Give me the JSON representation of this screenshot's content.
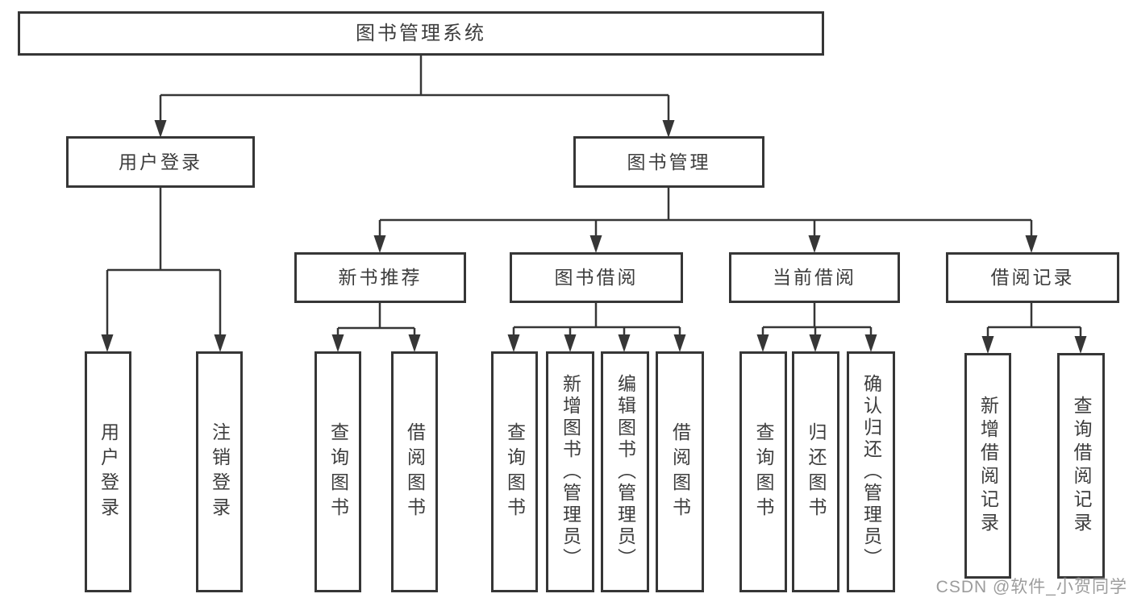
{
  "diagram": {
    "type": "hierarchy-tree",
    "title": "图书管理系统",
    "nodes": {
      "root": "图书管理系统",
      "user_login": "用户登录",
      "book_management": "图书管理",
      "new_book_recommendation": "新书推荐",
      "book_borrowing": "图书借阅",
      "current_borrowing": "当前借阅",
      "borrowing_records": "借阅记录",
      "login": "用户登录",
      "logout": "注销登录",
      "recommend_query_books": "查询图书",
      "recommend_borrow_books": "借阅图书",
      "borrowing_query_books": "查询图书",
      "borrowing_add_books": "新增图书（管理员）",
      "borrowing_edit_books": "编辑图书（管理员）",
      "borrowing_borrow_books": "借阅图书",
      "current_query_books": "查询图书",
      "current_return_books": "归还图书",
      "current_confirm_return": "确认归还（管理员）",
      "records_add_record": "新增借阅记录",
      "records_query_record": "查询借阅记录"
    },
    "edges": [
      [
        "图书管理系统",
        "用户登录"
      ],
      [
        "图书管理系统",
        "图书管理"
      ],
      [
        "用户登录",
        "用户登录"
      ],
      [
        "用户登录",
        "注销登录"
      ],
      [
        "图书管理",
        "新书推荐"
      ],
      [
        "图书管理",
        "图书借阅"
      ],
      [
        "图书管理",
        "当前借阅"
      ],
      [
        "图书管理",
        "借阅记录"
      ],
      [
        "新书推荐",
        "查询图书"
      ],
      [
        "新书推荐",
        "借阅图书"
      ],
      [
        "图书借阅",
        "查询图书"
      ],
      [
        "图书借阅",
        "新增图书（管理员）"
      ],
      [
        "图书借阅",
        "编辑图书（管理员）"
      ],
      [
        "图书借阅",
        "借阅图书"
      ],
      [
        "当前借阅",
        "查询图书"
      ],
      [
        "当前借阅",
        "归还图书"
      ],
      [
        "当前借阅",
        "确认归还（管理员）"
      ],
      [
        "借阅记录",
        "新增借阅记录"
      ],
      [
        "借阅记录",
        "查询借阅记录"
      ]
    ],
    "colors": {
      "line": "#363636",
      "border": "#363636",
      "text": "#3d3d3d",
      "watermark": "#9c9c9c",
      "background": "#ffffff"
    },
    "watermark": "CSDN @软件_小贺同学"
  }
}
